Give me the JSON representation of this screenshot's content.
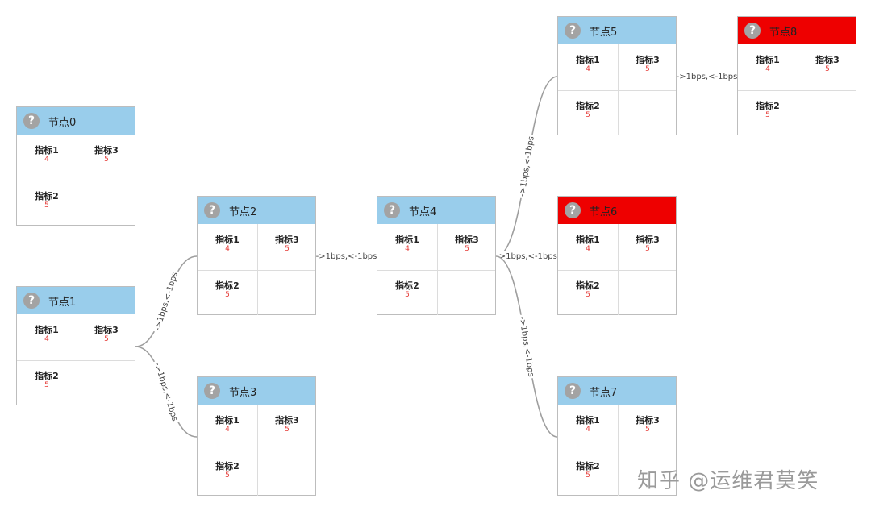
{
  "nodes": [
    {
      "id": "0",
      "title": "节点0",
      "status": "normal",
      "metrics": [
        {
          "label": "指标1",
          "value": "4"
        },
        {
          "label": "指标3",
          "value": "5"
        },
        {
          "label": "指标2",
          "value": "5"
        }
      ]
    },
    {
      "id": "1",
      "title": "节点1",
      "status": "normal",
      "metrics": [
        {
          "label": "指标1",
          "value": "4"
        },
        {
          "label": "指标3",
          "value": "5"
        },
        {
          "label": "指标2",
          "value": "5"
        }
      ]
    },
    {
      "id": "2",
      "title": "节点2",
      "status": "normal",
      "metrics": [
        {
          "label": "指标1",
          "value": "4"
        },
        {
          "label": "指标3",
          "value": "5"
        },
        {
          "label": "指标2",
          "value": "5"
        }
      ]
    },
    {
      "id": "3",
      "title": "节点3",
      "status": "normal",
      "metrics": [
        {
          "label": "指标1",
          "value": "4"
        },
        {
          "label": "指标3",
          "value": "5"
        },
        {
          "label": "指标2",
          "value": "5"
        }
      ]
    },
    {
      "id": "4",
      "title": "节点4",
      "status": "normal",
      "metrics": [
        {
          "label": "指标1",
          "value": "4"
        },
        {
          "label": "指标3",
          "value": "5"
        },
        {
          "label": "指标2",
          "value": "5"
        }
      ]
    },
    {
      "id": "5",
      "title": "节点5",
      "status": "normal",
      "metrics": [
        {
          "label": "指标1",
          "value": "4"
        },
        {
          "label": "指标3",
          "value": "5"
        },
        {
          "label": "指标2",
          "value": "5"
        }
      ]
    },
    {
      "id": "6",
      "title": "节点6",
      "status": "alarm",
      "metrics": [
        {
          "label": "指标1",
          "value": "4"
        },
        {
          "label": "指标3",
          "value": "5"
        },
        {
          "label": "指标2",
          "value": "5"
        }
      ]
    },
    {
      "id": "7",
      "title": "节点7",
      "status": "normal",
      "metrics": [
        {
          "label": "指标1",
          "value": "4"
        },
        {
          "label": "指标3",
          "value": "5"
        },
        {
          "label": "指标2",
          "value": "5"
        }
      ]
    },
    {
      "id": "8",
      "title": "节点8",
      "status": "alarm",
      "metrics": [
        {
          "label": "指标1",
          "value": "4"
        },
        {
          "label": "指标3",
          "value": "5"
        },
        {
          "label": "指标2",
          "value": "5"
        }
      ]
    }
  ],
  "links": [
    {
      "from": "1",
      "to": "2",
      "label": "->1bps,<-1bps"
    },
    {
      "from": "1",
      "to": "3",
      "label": "->1bps,<-1bps"
    },
    {
      "from": "2",
      "to": "4",
      "label": "->1bps,<-1bps"
    },
    {
      "from": "4",
      "to": "5",
      "label": "->1bps,<-1bps"
    },
    {
      "from": "4",
      "to": "6",
      "label": "->1bps,<-1bps"
    },
    {
      "from": "4",
      "to": "7",
      "label": "->1bps,<-1bps"
    },
    {
      "from": "5",
      "to": "8",
      "label": "->1bps,<-1bps"
    }
  ],
  "help_icon": "question-icon",
  "colors": {
    "header_normal": "#99cdeb",
    "header_alarm": "#ee0000",
    "link": "#9e9e9e",
    "metric_value": "#e53935"
  },
  "watermark": "知乎 @运维君莫笑"
}
